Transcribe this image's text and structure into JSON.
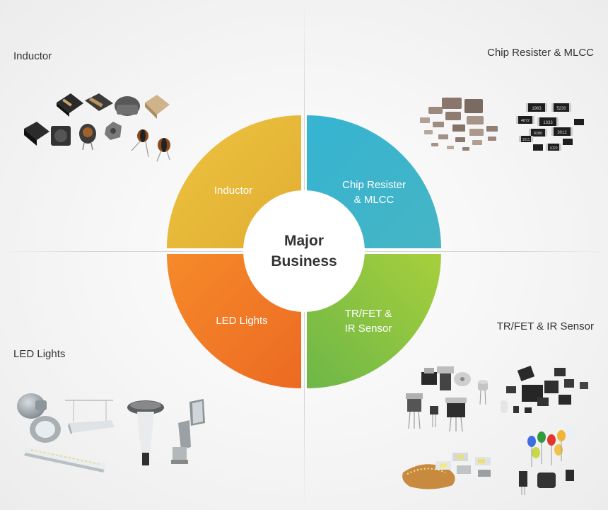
{
  "categories": {
    "inductor": "Inductor",
    "chip": "Chip Resister & MLCC",
    "led": "LED Lights",
    "tr": "TR/FET & IR Sensor"
  },
  "wheel": {
    "center_line1": "Major",
    "center_line2": "Business",
    "q_inductor": "Inductor",
    "q_chip_line1": "Chip Resister",
    "q_chip_line2": "& MLCC",
    "q_led": "LED Lights",
    "q_tr_line1": "TR/FET &",
    "q_tr_line2": "IR Sensor"
  },
  "chip_marks": [
    "1963",
    "5230",
    "4872",
    "1333",
    "3012",
    "8280",
    "1011",
    "1020"
  ],
  "colors": {
    "inductor": "#e8b93a",
    "chip": "#3bb3cf",
    "led": "#f27a2a",
    "tr": "#8fc43e"
  }
}
